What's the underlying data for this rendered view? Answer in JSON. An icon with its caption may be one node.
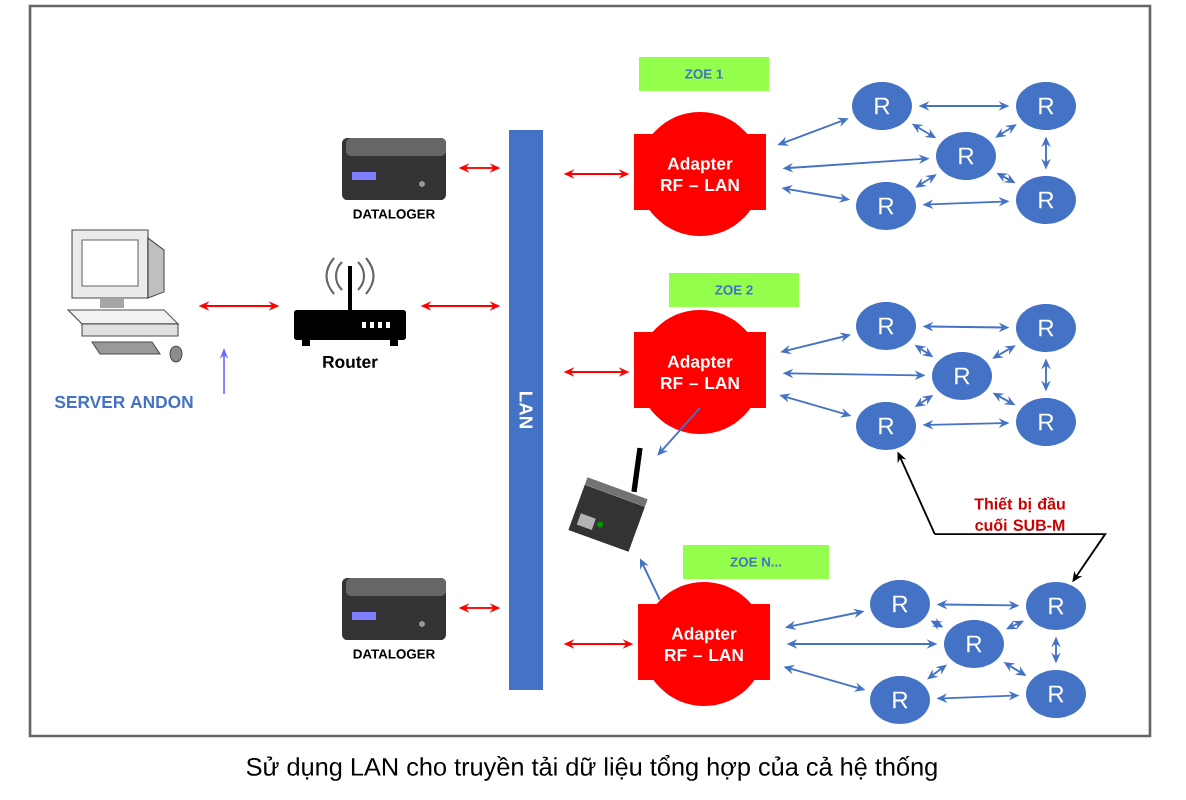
{
  "diagram": {
    "caption": "Sử dụng LAN cho truyền tải dữ liệu tổng hợp của cả hệ thống",
    "nodes": [
      {
        "text": [],
        "shape": "picture",
        "beside": [
          "SERVER ANDON"
        ]
      },
      {
        "text": [],
        "shape": "picture",
        "beside": [
          "Router"
        ]
      },
      {
        "text": [],
        "shape": "picture",
        "beside": [
          "DATALOGER"
        ]
      },
      {
        "text": [],
        "shape": "picture",
        "beside": [
          "DATALOGER"
        ]
      },
      {
        "text": [
          "LAN"
        ]
      },
      {
        "text": [
          "ZOE 1"
        ]
      },
      {
        "text": [
          "Adapter RF – LAN"
        ]
      },
      {
        "text": [
          "R"
        ]
      },
      {
        "text": [
          "R"
        ]
      },
      {
        "text": [
          "R"
        ]
      },
      {
        "text": [
          "R"
        ]
      },
      {
        "text": [
          "R"
        ]
      },
      {
        "text": [
          "ZOE 2"
        ]
      },
      {
        "text": [
          "Adapter RF – LAN"
        ]
      },
      {
        "text": [
          "R"
        ]
      },
      {
        "text": [
          "R"
        ]
      },
      {
        "text": [
          "R"
        ]
      },
      {
        "text": [
          "R"
        ]
      },
      {
        "text": [
          "R"
        ]
      },
      {
        "text": [],
        "shape": "picture"
      },
      {
        "text": [
          "ZOE N..."
        ]
      },
      {
        "text": [
          "Adapter RF – LAN"
        ]
      },
      {
        "text": [
          "R"
        ]
      },
      {
        "text": [
          "R"
        ]
      },
      {
        "text": [
          "R"
        ]
      },
      {
        "text": [
          "R"
        ]
      },
      {
        "text": [
          "R"
        ]
      },
      {
        "text": [
          "Thiết bị đầu cuối SUB-M"
        ]
      }
    ],
    "edges": [
      {
        "from": 0,
        "to": 1,
        "arrow": "both",
        "color": "#ff0000"
      },
      {
        "from": 2,
        "to": 4,
        "arrow": "both",
        "color": "#ff0000"
      },
      {
        "from": 1,
        "to": 4,
        "arrow": "both",
        "color": "#ff0000"
      },
      {
        "from": 3,
        "to": 4,
        "arrow": "both",
        "color": "#ff0000"
      },
      {
        "from": 4,
        "to": 6,
        "arrow": "both",
        "color": "#ff0000"
      },
      {
        "from": 6,
        "to": 7,
        "arrow": "both"
      },
      {
        "from": 6,
        "to": 9,
        "arrow": "both"
      },
      {
        "from": 6,
        "to": 10,
        "arrow": "both"
      },
      {
        "from": 7,
        "to": 8,
        "arrow": "both"
      },
      {
        "from": 7,
        "to": 9,
        "arrow": "both"
      },
      {
        "from": 9,
        "to": 8,
        "arrow": "both"
      },
      {
        "from": 10,
        "to": 9,
        "arrow": "both"
      },
      {
        "from": 9,
        "to": 11,
        "arrow": "both"
      },
      {
        "from": 8,
        "to": 11,
        "arrow": "both"
      },
      {
        "from": 10,
        "to": 11,
        "arrow": "both"
      },
      {
        "from": 4,
        "to": 13,
        "arrow": "both",
        "color": "#ff0000"
      },
      {
        "from": 13,
        "to": 14,
        "arrow": "both"
      },
      {
        "from": 13,
        "to": 16,
        "arrow": "both"
      },
      {
        "from": 13,
        "to": 17,
        "arrow": "both"
      },
      {
        "from": 14,
        "to": 15,
        "arrow": "both"
      },
      {
        "from": 14,
        "to": 16,
        "arrow": "both"
      },
      {
        "from": 16,
        "to": 15,
        "arrow": "both"
      },
      {
        "from": 17,
        "to": 16,
        "arrow": "both"
      },
      {
        "from": 16,
        "to": 18,
        "arrow": "both"
      },
      {
        "from": 15,
        "to": 18,
        "arrow": "both"
      },
      {
        "from": 17,
        "to": 18,
        "arrow": "both"
      },
      {
        "from": 13,
        "to": 19,
        "arrow": "to"
      },
      {
        "from": 4,
        "to": 21,
        "arrow": "both",
        "color": "#ff0000"
      },
      {
        "from": 21,
        "to": 22,
        "arrow": "both"
      },
      {
        "from": 21,
        "to": 24,
        "arrow": "both"
      },
      {
        "from": 21,
        "to": 25,
        "arrow": "both"
      },
      {
        "from": 22,
        "to": 23,
        "arrow": "both"
      },
      {
        "from": 22,
        "to": 24,
        "arrow": "both"
      },
      {
        "from": 24,
        "to": 23,
        "arrow": "both"
      },
      {
        "from": 25,
        "to": 24,
        "arrow": "both"
      },
      {
        "from": 24,
        "to": 26,
        "arrow": "both"
      },
      {
        "from": 23,
        "to": 26,
        "arrow": "both"
      },
      {
        "from": 25,
        "to": 26,
        "arrow": "both"
      },
      {
        "from": 21,
        "to": 19,
        "arrow": "to"
      },
      {
        "from": 27,
        "to": 17,
        "arrow": "to",
        "color": "#000000"
      },
      {
        "from": 27,
        "to": 23,
        "arrow": "to",
        "color": "#000000"
      }
    ]
  }
}
